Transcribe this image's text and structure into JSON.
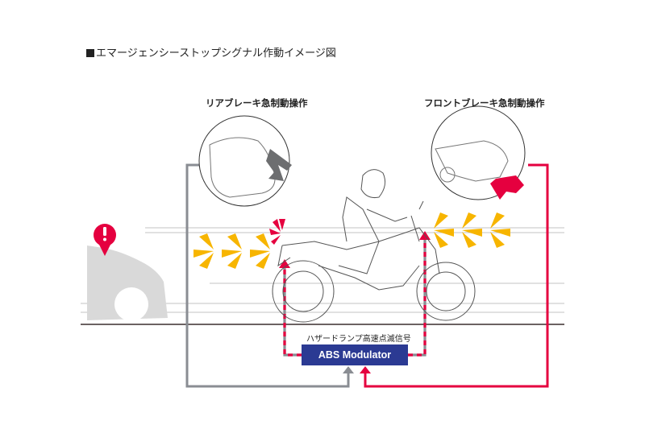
{
  "title": "エマージェンシーストップシグナル作動イメージ図",
  "labels": {
    "rear_brake": "リアブレーキ急制動操作",
    "front_brake": "フロントブレーキ急制動操作",
    "hazard_signal": "ハザードランプ高速点滅信号",
    "modulator": "ABS Modulator"
  },
  "colors": {
    "brake_signal_red": "#e5003f",
    "rear_signal_gray": "#8a8d93",
    "hazard_amber": "#f7b500",
    "modulator_blue": "#2b3a93",
    "car_gray": "#d9d9d9"
  },
  "icons": {
    "warning": "exclamation-pin-icon",
    "rear_press": "down-left-arrow-icon",
    "front_press": "up-left-arrow-icon"
  }
}
